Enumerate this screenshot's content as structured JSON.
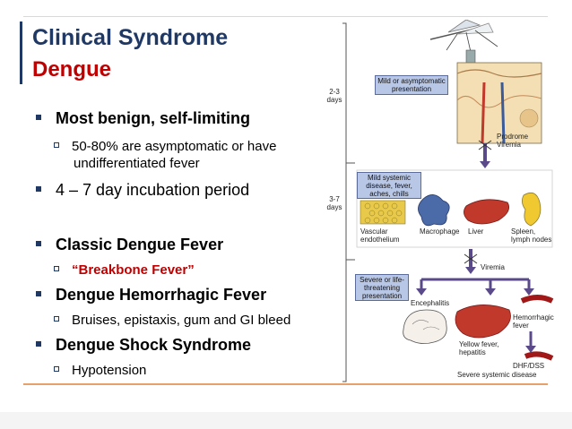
{
  "slide": {
    "title_line1": "Clinical Syndrome",
    "title_line2": "Dengue",
    "bullets": [
      {
        "text": "Most benign, self-limiting",
        "level": 1,
        "bold": true
      },
      {
        "text": "50-80% are asymptomatic or have",
        "cont": "undifferentiated fever",
        "level": 2
      },
      {
        "text": "4 – 7 day incubation period",
        "level": 1,
        "bold": false
      },
      {
        "text": "Classic Dengue Fever",
        "level": 1,
        "bold": true
      },
      {
        "text": "“Breakbone Fever”",
        "level": 2,
        "red": true
      },
      {
        "text": "Dengue Hemorrhagic Fever",
        "level": 1,
        "bold": true
      },
      {
        "text": "Bruises, epistaxis, gum and GI bleed",
        "level": 2
      },
      {
        "text": "Dengue Shock Syndrome",
        "level": 1,
        "bold": true
      },
      {
        "text": "Hypotension",
        "level": 2
      }
    ]
  },
  "diagram": {
    "days1": "2-3 days",
    "days2": "3-7 days",
    "box_mild": "Mild or asymptomatic presentation",
    "prodrome": "Prodrome Viremia",
    "box_systemic": "Mild systemic disease, fever, aches, chills",
    "vascular": "Vascular endothelium",
    "macrophage": "Macrophage",
    "liver": "Liver",
    "spleen": "Spleen, lymph nodes",
    "viremia": "Viremia",
    "box_severe": "Severe or life-threatening presentation",
    "encephalitis": "Encephalitis",
    "yellow_fever": "Yellow fever, hepatitis",
    "hemorrhagic": "Hemorrhagic fever",
    "dhf": "DHF/DSS",
    "severe_systemic": "Severe systemic disease"
  },
  "colors": {
    "title_blue": "#1f3864",
    "title_red": "#c00000",
    "accent_line": "#e5a06b",
    "box_fill": "#b9c7e6",
    "arrow_purple": "#5a4a8a",
    "organ_red": "#c0392b"
  }
}
